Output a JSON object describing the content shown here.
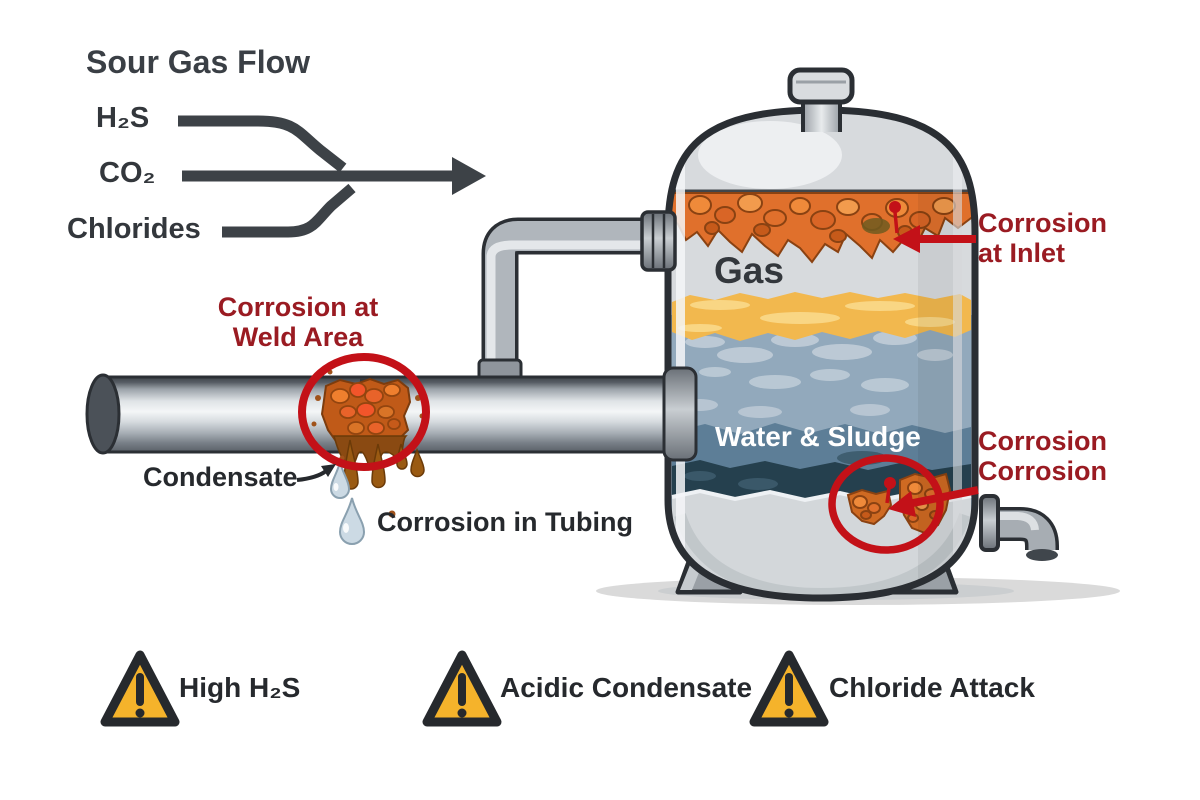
{
  "flow": {
    "title": "Sour Gas Flow",
    "inputs": [
      "H₂S",
      "CO₂",
      "Chlorides"
    ]
  },
  "vessel": {
    "gas_label": "Gas",
    "water_label": "Water & Sludge"
  },
  "annotations": {
    "inlet": "Corrosion at Inlet",
    "weld": "Corrosion at Weld Area",
    "condensate": "Condensate",
    "tubing": "Corrosion in Tubing",
    "bottom": "Corrosion Corrosion"
  },
  "warnings": [
    {
      "label": "High H₂S"
    },
    {
      "label": "Acidic Condensate"
    },
    {
      "label": "Chloride Attack"
    }
  ],
  "colors": {
    "annotation_red": "#c31118",
    "label_dark_red": "#9a1b22",
    "flow_gray": "#3d4247",
    "warning_yellow": "#f5b32b",
    "rust_orange": "#e0702c",
    "water_blue": "#92a9bc",
    "condensate_yellow": "#f2b84e"
  }
}
